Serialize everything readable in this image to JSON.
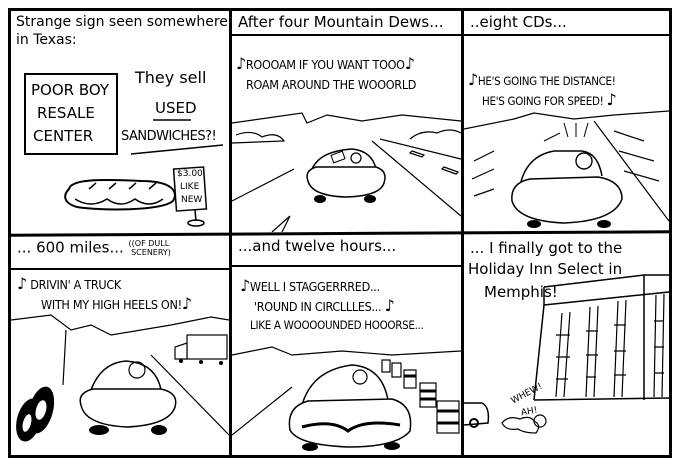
{
  "comic": {
    "panels": [
      {
        "caption": "Strange sign seen somewhere in Texas:",
        "caption_line1": "Strange sign seen somewhere",
        "caption_line2": "in Texas:",
        "sign": {
          "line1": "POOR BOY",
          "line2": "RESALE",
          "line3": "CENTER"
        },
        "remark": {
          "line1": "They sell",
          "line2": "USED",
          "line3": "SANDWICHES?!"
        },
        "price_tag": {
          "line1": "$3.00",
          "line2": "LIKE",
          "line3": "NEW"
        }
      },
      {
        "caption": "After four Mountain Dews...",
        "lyrics_line1": "ROOOAM IF YOU WANT TOOO",
        "lyrics_line2": "ROAM AROUND THE WOOORLD"
      },
      {
        "caption": "..eight CDs...",
        "lyrics_line1": "HE'S GOING THE DISTANCE!",
        "lyrics_line2": "HE'S GOING FOR SPEED!"
      },
      {
        "caption": "... 600 miles...",
        "caption_aside_line1": "(OF DULL",
        "caption_aside_line2": "SCENERY)",
        "lyrics_line1": "DRIVIN' A TRUCK",
        "lyrics_line2": "WITH MY HIGH HEELS ON!"
      },
      {
        "caption": "...and twelve hours...",
        "lyrics_line1": "WELL I STAGGERRRED...",
        "lyrics_line2": "'ROUND IN CIRCLLLES...",
        "lyrics_line3": "LIKE A WOOOOUNDED HOOORSE..."
      },
      {
        "caption_line1": "... I finally got to the",
        "caption_line2": "Holiday Inn Select in",
        "caption_line3": "Memphis!",
        "exclaim_line1": "WHEW!",
        "exclaim_line2": "AH!"
      }
    ],
    "music_note": "♪"
  }
}
